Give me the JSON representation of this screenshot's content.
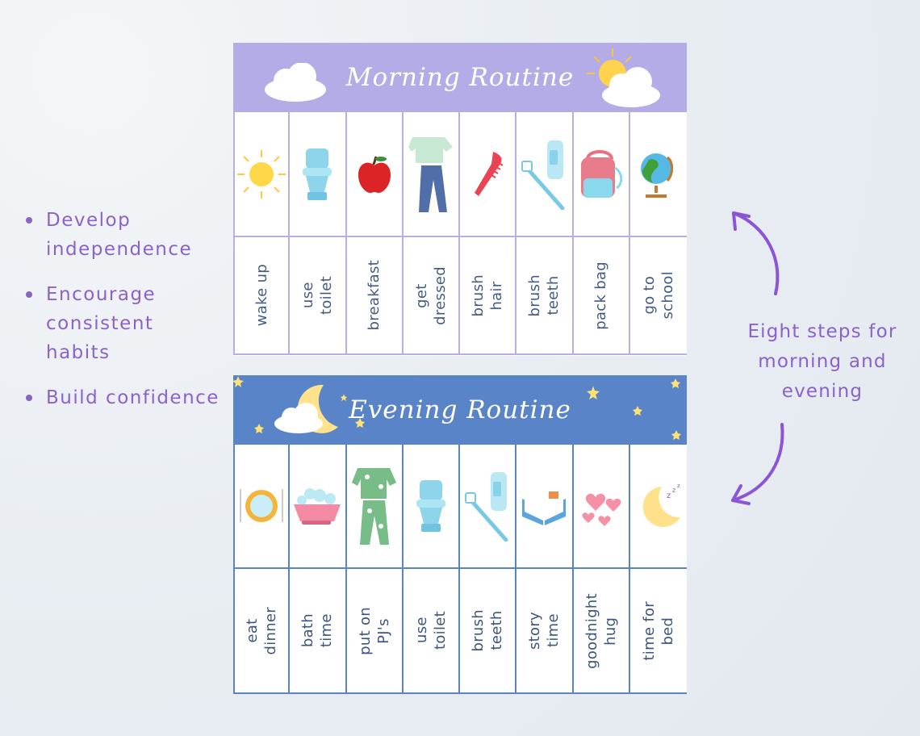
{
  "colors": {
    "accent": "#8b62c8",
    "morning_header": "#b3ace7",
    "evening_header": "#5a84c8",
    "label_text": "#3e557f"
  },
  "bullets": [
    {
      "text": "Develop independence"
    },
    {
      "text": "Encourage consistent habits"
    },
    {
      "text": "Build confidence"
    }
  ],
  "side_note": {
    "text": "Eight steps for morning and evening"
  },
  "morning": {
    "title": "Morning Routine",
    "steps": [
      {
        "label": "wake up",
        "icon": "sun-icon"
      },
      {
        "label": "use\ntoilet",
        "icon": "toilet-icon"
      },
      {
        "label": "breakfast",
        "icon": "apple-icon"
      },
      {
        "label": "get\ndressed",
        "icon": "clothes-icon"
      },
      {
        "label": "brush\nhair",
        "icon": "comb-icon"
      },
      {
        "label": "brush\nteeth",
        "icon": "toothbrush-icon"
      },
      {
        "label": "pack bag",
        "icon": "backpack-icon"
      },
      {
        "label": "go to\nschool",
        "icon": "globe-icon"
      }
    ]
  },
  "evening": {
    "title": "Evening Routine",
    "steps": [
      {
        "label": "eat\ndinner",
        "icon": "dinner-plate-icon"
      },
      {
        "label": "bath\ntime",
        "icon": "bathtub-icon"
      },
      {
        "label": "put on\nPJ's",
        "icon": "pajamas-icon"
      },
      {
        "label": "use\ntoilet",
        "icon": "toilet-icon"
      },
      {
        "label": "brush\nteeth",
        "icon": "toothbrush-icon"
      },
      {
        "label": "story\ntime",
        "icon": "open-book-icon"
      },
      {
        "label": "goodnight\nhug",
        "icon": "hearts-icon"
      },
      {
        "label": "time for\nbed",
        "icon": "sleeping-moon-icon"
      }
    ]
  }
}
